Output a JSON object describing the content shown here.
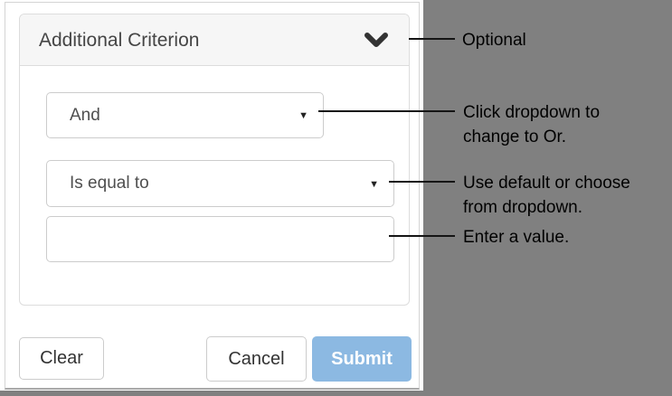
{
  "window": {
    "background_color": "#808080",
    "dialog_background": "#ffffff"
  },
  "dialog": {
    "title": "Additional Criterion",
    "header_icon": "chevron-down",
    "condition_dropdown": {
      "value": "And"
    },
    "operator_dropdown": {
      "value": "Is equal to"
    },
    "value_input": {
      "value": "",
      "placeholder": ""
    },
    "buttons": {
      "clear_label": "Clear",
      "cancel_label": "Cancel",
      "submit_label": "Submit",
      "submit_color": "#8cb9e2"
    }
  },
  "icons": {
    "caret_down_glyph": "▼"
  },
  "annotations": {
    "items": [
      {
        "target": "header",
        "lines": [
          "Optional"
        ]
      },
      {
        "target": "condition-dropdown",
        "lines": [
          "Click dropdown to",
          "change to Or."
        ]
      },
      {
        "target": "operator-dropdown",
        "lines": [
          "Use default or choose",
          "from dropdown."
        ]
      },
      {
        "target": "value-input",
        "lines": [
          "Enter a value."
        ]
      }
    ]
  }
}
